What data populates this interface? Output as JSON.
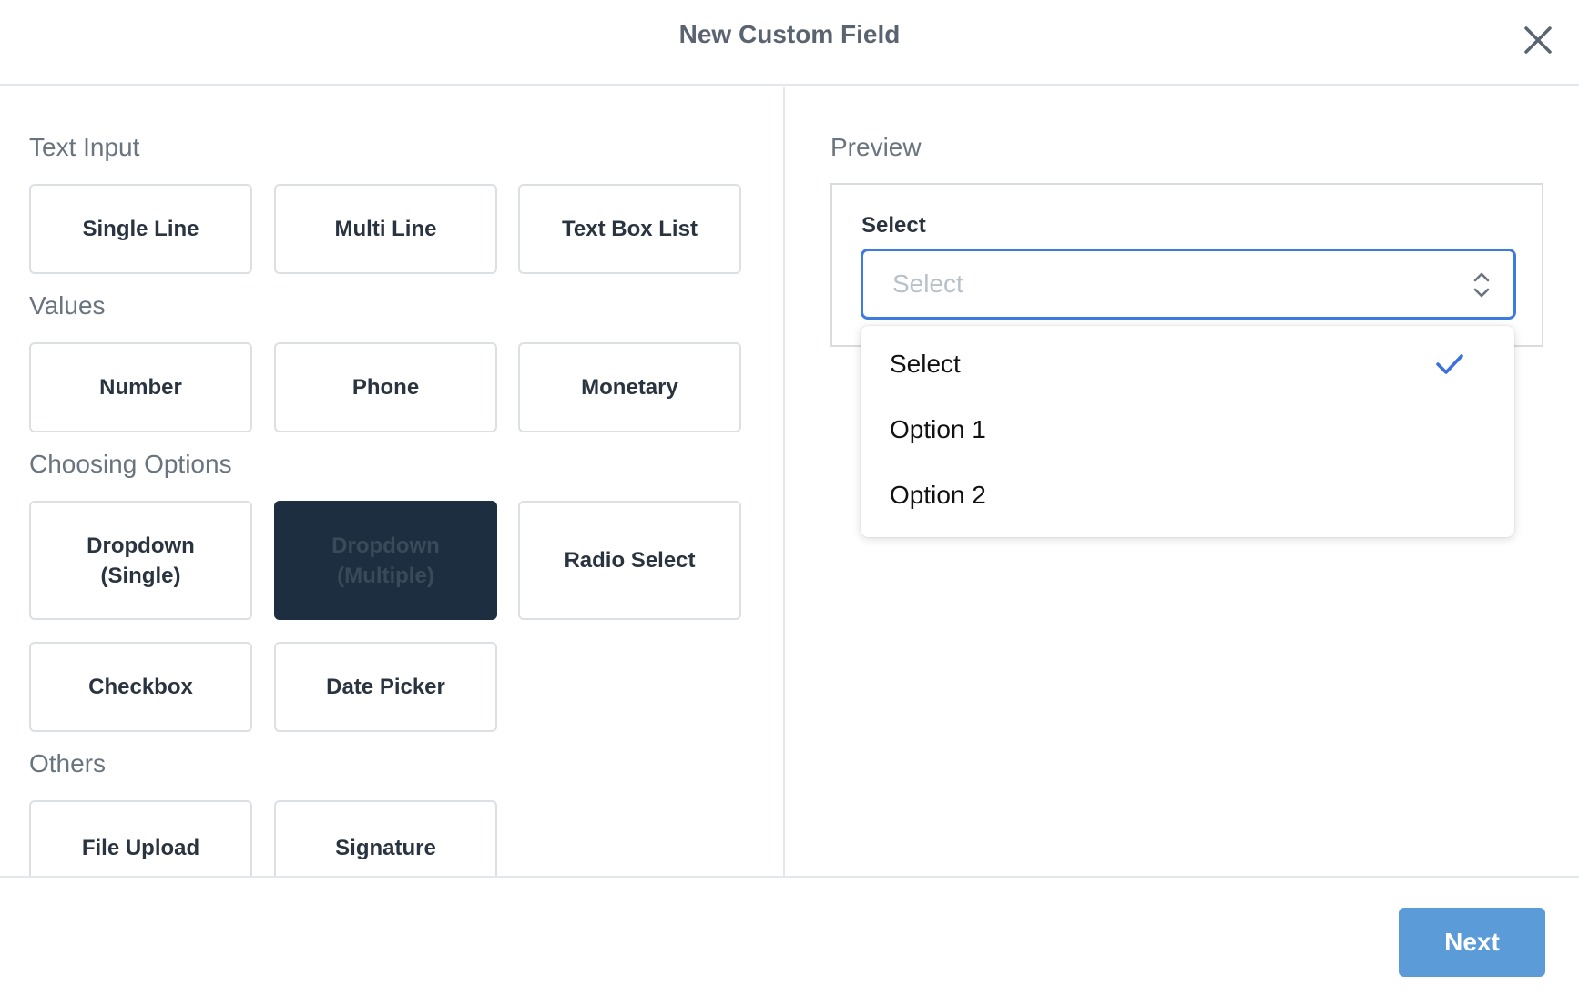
{
  "dialog": {
    "title": "New Custom Field"
  },
  "sections": {
    "text_input": {
      "title": "Text Input",
      "tiles": [
        "Single Line",
        "Multi Line",
        "Text Box List"
      ]
    },
    "values": {
      "title": "Values",
      "tiles": [
        "Number",
        "Phone",
        "Monetary"
      ]
    },
    "choosing_options": {
      "title": "Choosing Options",
      "tiles": [
        "Dropdown (Single)",
        "Dropdown (Multiple)",
        "Radio Select",
        "Checkbox",
        "Date Picker"
      ],
      "selected": "Dropdown (Multiple)"
    },
    "others": {
      "title": "Others",
      "tiles": [
        "File Upload",
        "Signature"
      ]
    }
  },
  "preview": {
    "title": "Preview",
    "field_label": "Select",
    "select_placeholder": "Select",
    "options": [
      "Select",
      "Option 1",
      "Option 2"
    ],
    "checked_option": "Select"
  },
  "footer": {
    "next_label": "Next"
  },
  "colors": {
    "selected_tile_bg": "#1c2e3f",
    "focus_border": "#3d7be0",
    "next_button": "#5b9bd8",
    "check": "#3d6fe0"
  },
  "icons": {
    "close": "close-icon",
    "select_arrows": "chevron-up-down-icon",
    "selected": "checkmark-icon"
  }
}
